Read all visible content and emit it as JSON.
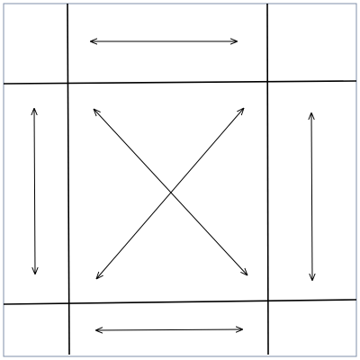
{
  "diagram": {
    "kind": "nine-slice-scaling-diagram",
    "colors": {
      "background": "#ffffff",
      "outer_border": "#7f8fa8",
      "grid_lines": "#000000",
      "arrows": "#000000"
    },
    "regions": [
      {
        "name": "top-left-corner",
        "stretch": "none"
      },
      {
        "name": "top-edge",
        "stretch": "horizontal"
      },
      {
        "name": "top-right-corner",
        "stretch": "none"
      },
      {
        "name": "left-edge",
        "stretch": "vertical"
      },
      {
        "name": "center",
        "stretch": "both"
      },
      {
        "name": "right-edge",
        "stretch": "vertical"
      },
      {
        "name": "bottom-left-corner",
        "stretch": "none"
      },
      {
        "name": "bottom-edge",
        "stretch": "horizontal"
      },
      {
        "name": "bottom-right-corner",
        "stretch": "none"
      }
    ]
  }
}
